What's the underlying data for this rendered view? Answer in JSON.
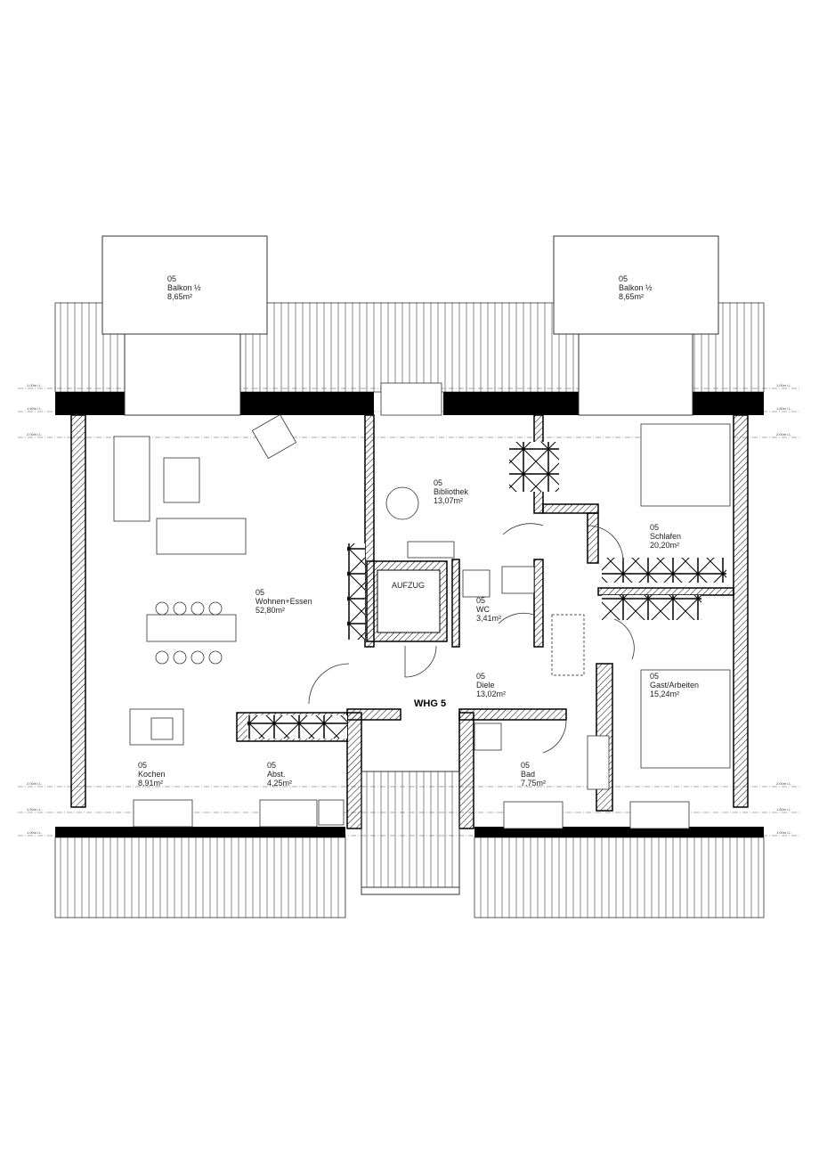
{
  "plan": {
    "unit_label": "WHG 5",
    "rooms": [
      {
        "id": "balkon-left",
        "number": "05",
        "name": "Balkon ½",
        "area": "8,65m²"
      },
      {
        "id": "balkon-right",
        "number": "05",
        "name": "Balkon ½",
        "area": "8,65m²"
      },
      {
        "id": "bibliothek",
        "number": "05",
        "name": "Bibliothek",
        "area": "13,07m²"
      },
      {
        "id": "schlafen",
        "number": "05",
        "name": "Schlafen",
        "area": "20,20m²"
      },
      {
        "id": "wohnen-essen",
        "number": "05",
        "name": "Wohnen+Essen",
        "area": "52,80m²"
      },
      {
        "id": "wc",
        "number": "05",
        "name": "WC",
        "area": "3,41m²"
      },
      {
        "id": "diele",
        "number": "05",
        "name": "Diele",
        "area": "13,02m²"
      },
      {
        "id": "gast-arbeiten",
        "number": "05",
        "name": "Gast/Arbeiten",
        "area": "15,24m²"
      },
      {
        "id": "kochen",
        "number": "05",
        "name": "Kochen",
        "area": "8,91m²"
      },
      {
        "id": "abst",
        "number": "05",
        "name": "Abst.",
        "area": "4,25m²"
      },
      {
        "id": "bad",
        "number": "05",
        "name": "Bad",
        "area": "7,75m²"
      }
    ],
    "elevator_label": "AUFZUG",
    "height_lines": [
      "1,00m i.L.",
      "1,50m i.L.",
      "2,00m i.L."
    ]
  }
}
